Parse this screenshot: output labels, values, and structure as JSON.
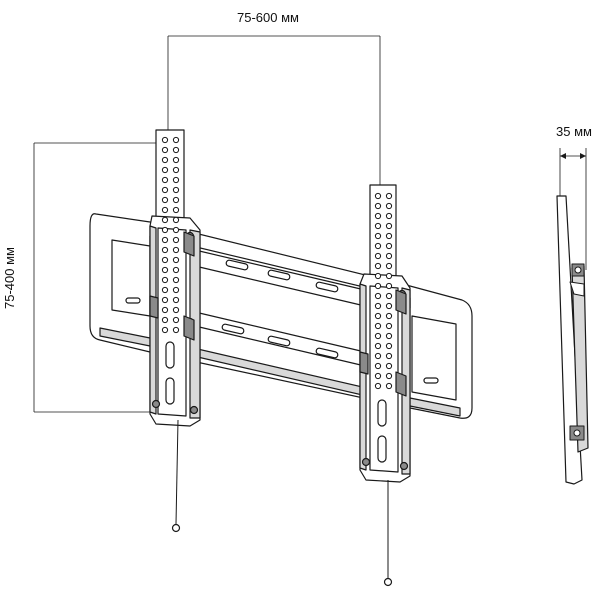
{
  "diagram": {
    "dimensions": {
      "horizontal_label": "75-600 мм",
      "vertical_label": "75-400 мм",
      "depth_label": "35 мм"
    },
    "colors": {
      "line": "#1a1a1a",
      "fill_light": "#ffffff",
      "fill_gray": "#d9d9d9",
      "fill_dark": "#8a8a8a"
    }
  }
}
